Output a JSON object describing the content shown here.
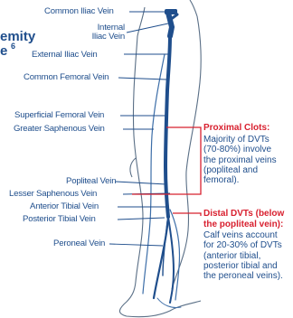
{
  "title": {
    "fragment1": "emity",
    "fragment2": "e",
    "superscript": "6"
  },
  "labels": {
    "common_iliac": "Common Iliac Vein",
    "internal_iliac_1": "Internal",
    "internal_iliac_2": "Iliac Vein",
    "external_iliac": "External Iliac Vein",
    "common_femoral": "Common Femoral Vein",
    "superficial_femoral": "Superficial Femoral Vein",
    "greater_saphenous": "Greater Saphenous Vein",
    "popliteal": "Popliteal Vein",
    "lesser_saphenous": "Lesser Saphenous Vein",
    "anterior_tibial": "Anterior Tibial Vein",
    "posterior_tibial": "Posterior Tibial Vein",
    "peroneal": "Peroneal Vein"
  },
  "notes": {
    "proximal_heading": "Proximal Clots:",
    "proximal_body": [
      "Majority of DVTs",
      "(70-80%) involve",
      "the proximal veins",
      "(popliteal and",
      "femoral)."
    ],
    "distal_heading": [
      "Distal DVTs (below",
      "the popliteal vein):"
    ],
    "distal_body": [
      "Calf veins account",
      "for 20-30% of DVTs",
      "(anterior tibial,",
      "posterior tibial and",
      "the peroneal veins)."
    ]
  },
  "colors": {
    "vein": "#1f4e8c",
    "label": "#1f4e8c",
    "accent": "#d8202f",
    "outline": "#5a6f86"
  }
}
